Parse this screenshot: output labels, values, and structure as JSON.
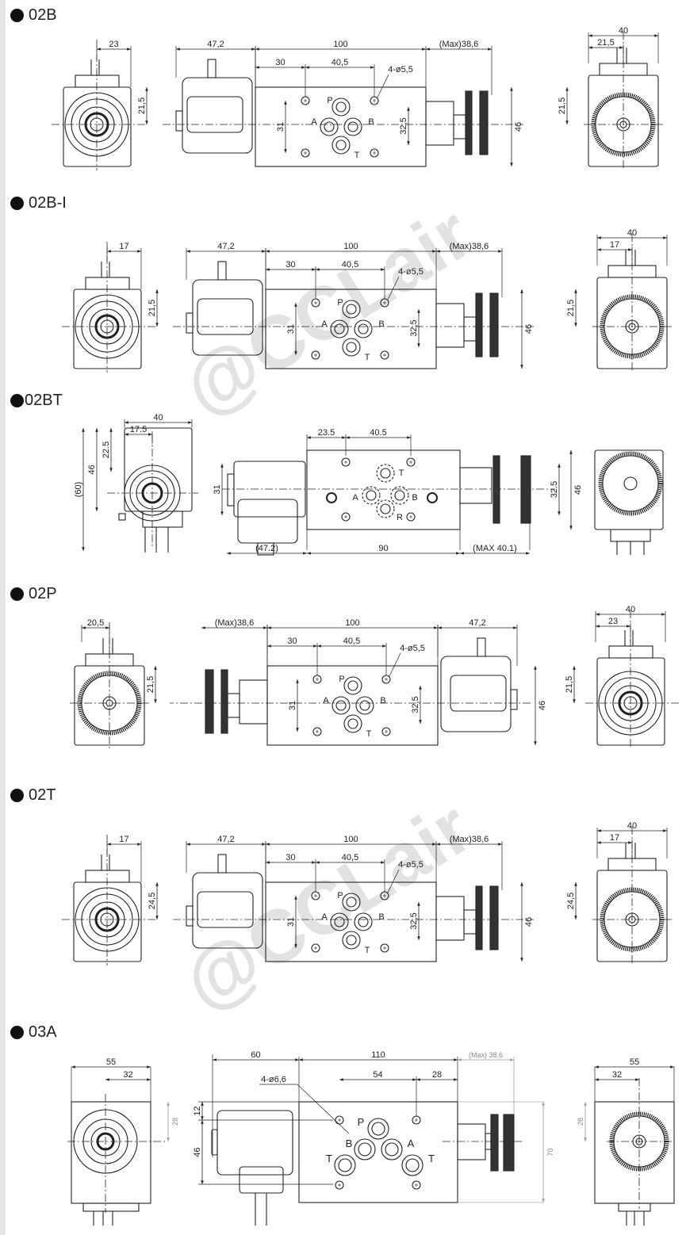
{
  "watermark": "@CCLair",
  "sections": [
    {
      "title": "02B",
      "dims": {
        "left_w": "23",
        "left_h": "21,5",
        "coil": "47,2",
        "body": "100",
        "handle": "(Max)38,6",
        "d30": "30",
        "d405": "40,5",
        "holes": "4-ø5,5",
        "h31": "31",
        "h325": "32,5",
        "h46": "46",
        "right_w": "40",
        "right_w2": "21,5",
        "right_h": "21,5"
      },
      "ports": [
        "P",
        "A",
        "B",
        "T"
      ]
    },
    {
      "title": "02B-I",
      "dims": {
        "left_w": "17",
        "left_h": "21,5",
        "coil": "47,2",
        "body": "100",
        "handle": "(Max)38,6",
        "d30": "30",
        "d405": "40,5",
        "holes": "4-ø5,5",
        "h31": "31",
        "h325": "32,5",
        "h46": "46",
        "right_w": "40",
        "right_w2": "17",
        "right_h": "21,5"
      },
      "ports": [
        "P",
        "A",
        "B",
        "T"
      ]
    },
    {
      "title": "02BT",
      "dims": {
        "w40": "40",
        "w175": "17.5",
        "h60": "(60)",
        "h46": "46",
        "h225": "22.5",
        "d235": "23.5",
        "d405": "40.5",
        "h31": "31",
        "h325": "32.5",
        "h46b": "46",
        "coil": "(47.2)",
        "body": "90",
        "handle": "(MAX 40.1)"
      },
      "ports": [
        "T",
        "A",
        "B",
        "R"
      ]
    },
    {
      "title": "02P",
      "dims": {
        "left_w": "20,5",
        "left_h": "21,5",
        "coil": "47,2",
        "body": "100",
        "handle": "(Max)38,6",
        "d30": "30",
        "d405": "40,5",
        "holes": "4-ø5,5",
        "h31": "31",
        "h325": "32,5",
        "h46": "46",
        "right_w": "40",
        "right_w2": "23",
        "right_h": "21,5"
      },
      "ports": [
        "P",
        "A",
        "B",
        "T"
      ]
    },
    {
      "title": "02T",
      "dims": {
        "left_w": "17",
        "left_h": "24,5",
        "coil": "47,2",
        "body": "100",
        "handle": "(Max)38,6",
        "d30": "30",
        "d405": "40,5",
        "holes": "4-ø5,5",
        "h31": "31",
        "h325": "32,5",
        "h46": "46",
        "right_w": "40",
        "right_w2": "17",
        "right_h": "24,5"
      },
      "ports": [
        "P",
        "A",
        "B",
        "T"
      ]
    },
    {
      "title": "03A",
      "dims": {
        "left_w": "55",
        "left_w2": "32",
        "left_h": "28",
        "coil": "60",
        "body": "110",
        "handle": "(Max) 38.6",
        "d54": "54",
        "d28": "28",
        "holes": "4-ø6,6",
        "h12": "12",
        "h46": "46",
        "h70": "70",
        "right_w": "55",
        "right_w2": "32",
        "right_h": "28"
      },
      "ports": [
        "P",
        "B",
        "A",
        "T",
        "T"
      ]
    }
  ]
}
